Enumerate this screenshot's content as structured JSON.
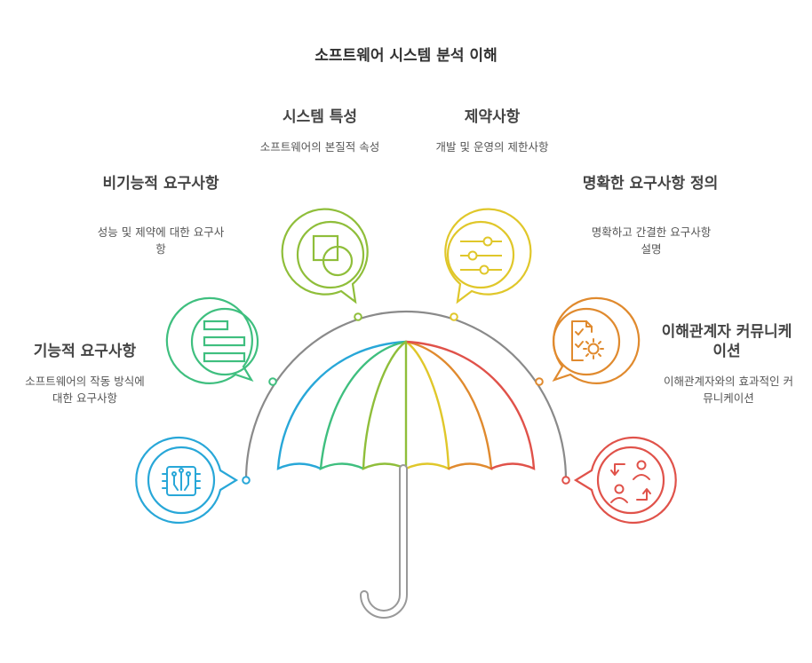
{
  "title": "소프트웨어 시스템 분석 이해",
  "items": [
    {
      "heading": "기능적 요구사항",
      "description": "소프트웨어의 작동 방식에 대한 요구사항",
      "color": "#28a7d8",
      "icon": "circuit-chip-icon"
    },
    {
      "heading": "비기능적 요구사항",
      "description": "성능 및 제약에 대한 요구사항",
      "color": "#3fbf7f",
      "icon": "bars-list-icon"
    },
    {
      "heading": "시스템 특성",
      "description": "소프트웨어의 본질적 속성",
      "color": "#8fbe3a",
      "icon": "square-circle-icon"
    },
    {
      "heading": "제약사항",
      "description": "개발 및 운영의 제한사항",
      "color": "#e0c72a",
      "icon": "sliders-icon"
    },
    {
      "heading": "명확한 요구사항 정의",
      "description": "명확하고 간결한 요구사항 설명",
      "color": "#e08a2e",
      "icon": "document-gear-icon"
    },
    {
      "heading": "이해관계자 커뮤니케이션",
      "description": "이해관계자와의 효과적인 커뮤니케이션",
      "color": "#e0524a",
      "icon": "people-exchange-icon"
    }
  ],
  "arc_color": "#8a8a8a"
}
